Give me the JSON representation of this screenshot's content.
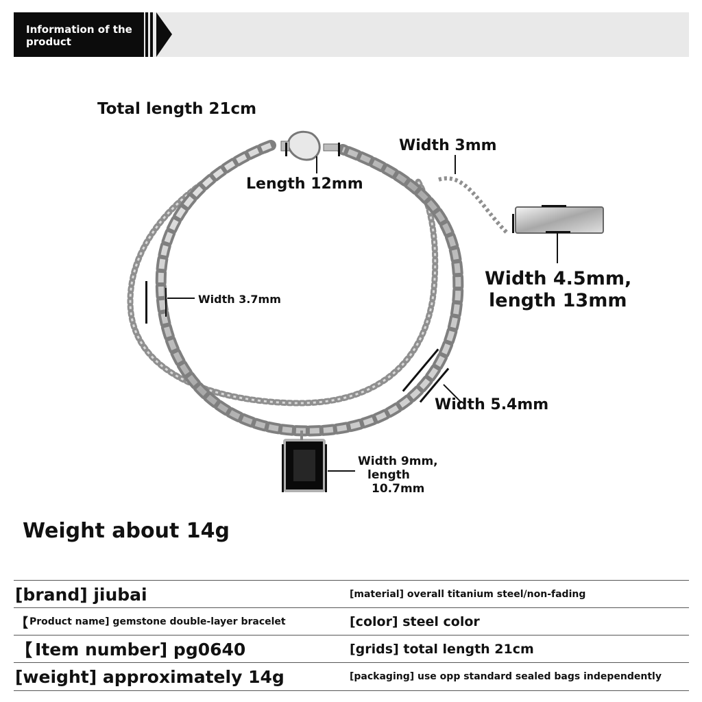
{
  "header": {
    "title": "Information of the product"
  },
  "labels": {
    "total_length": "Total length 21cm",
    "width_3mm": "Width 3mm",
    "length_12mm": "Length 12mm",
    "tag_size_line1": "Width 4.5mm,",
    "tag_size_line2": "length 13mm",
    "width_37mm": "Width 3.7mm",
    "width_54mm": "Width 5.4mm",
    "gem_line1": "Width 9mm,",
    "gem_line2": "length",
    "gem_line3": "10.7mm"
  },
  "weight_title": "Weight about 14g",
  "specs": [
    {
      "left": "[brand] jiubai",
      "right": "[material] overall titanium steel/non-fading"
    },
    {
      "left_mark": "【",
      "left": "Product name] gemstone double-layer bracelet",
      "right": "[color] steel color"
    },
    {
      "left_mark": "【",
      "left": "Item number] pg0640",
      "right": "[grids] total length 21cm"
    },
    {
      "left": "[weight] approximately 14g",
      "right": "[packaging] use opp standard sealed bags independently"
    }
  ],
  "colors": {
    "header_black": "#0c0c0c",
    "header_bg": "#e9e9e9",
    "gem": "#0a0a0a",
    "steel": "#9a9a9a"
  }
}
